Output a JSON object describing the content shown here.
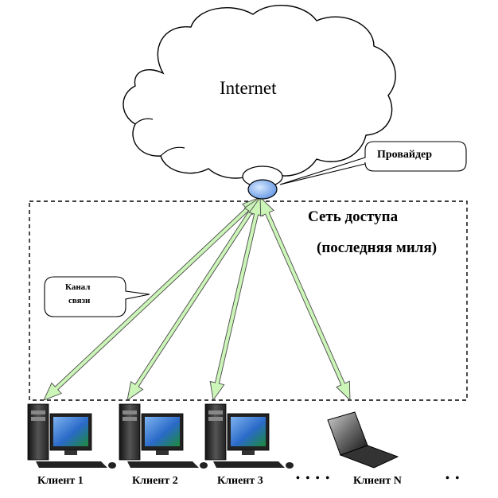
{
  "cloud": {
    "label": "Internet"
  },
  "provider": {
    "label": "Провайдер"
  },
  "access_network": {
    "title": "Сеть доступа",
    "subtitle": "(последняя миля)"
  },
  "channel": {
    "line1": "Канал",
    "line2": "связи"
  },
  "clients": [
    {
      "label": "Клиент 1",
      "device": "desktop-computer"
    },
    {
      "label": "Клиент 2",
      "device": "desktop-computer"
    },
    {
      "label": "Клиент 3",
      "device": "desktop-computer"
    },
    {
      "label": "Клиент N",
      "device": "laptop"
    }
  ],
  "ellipsis": {
    "between": "• • • •",
    "after": "• •"
  },
  "colors": {
    "link_fill": "#ccf5b8",
    "link_stroke": "#4a4a4a",
    "provider_node": "#8fb8f0",
    "screen_blue": "#2a6ac8"
  }
}
